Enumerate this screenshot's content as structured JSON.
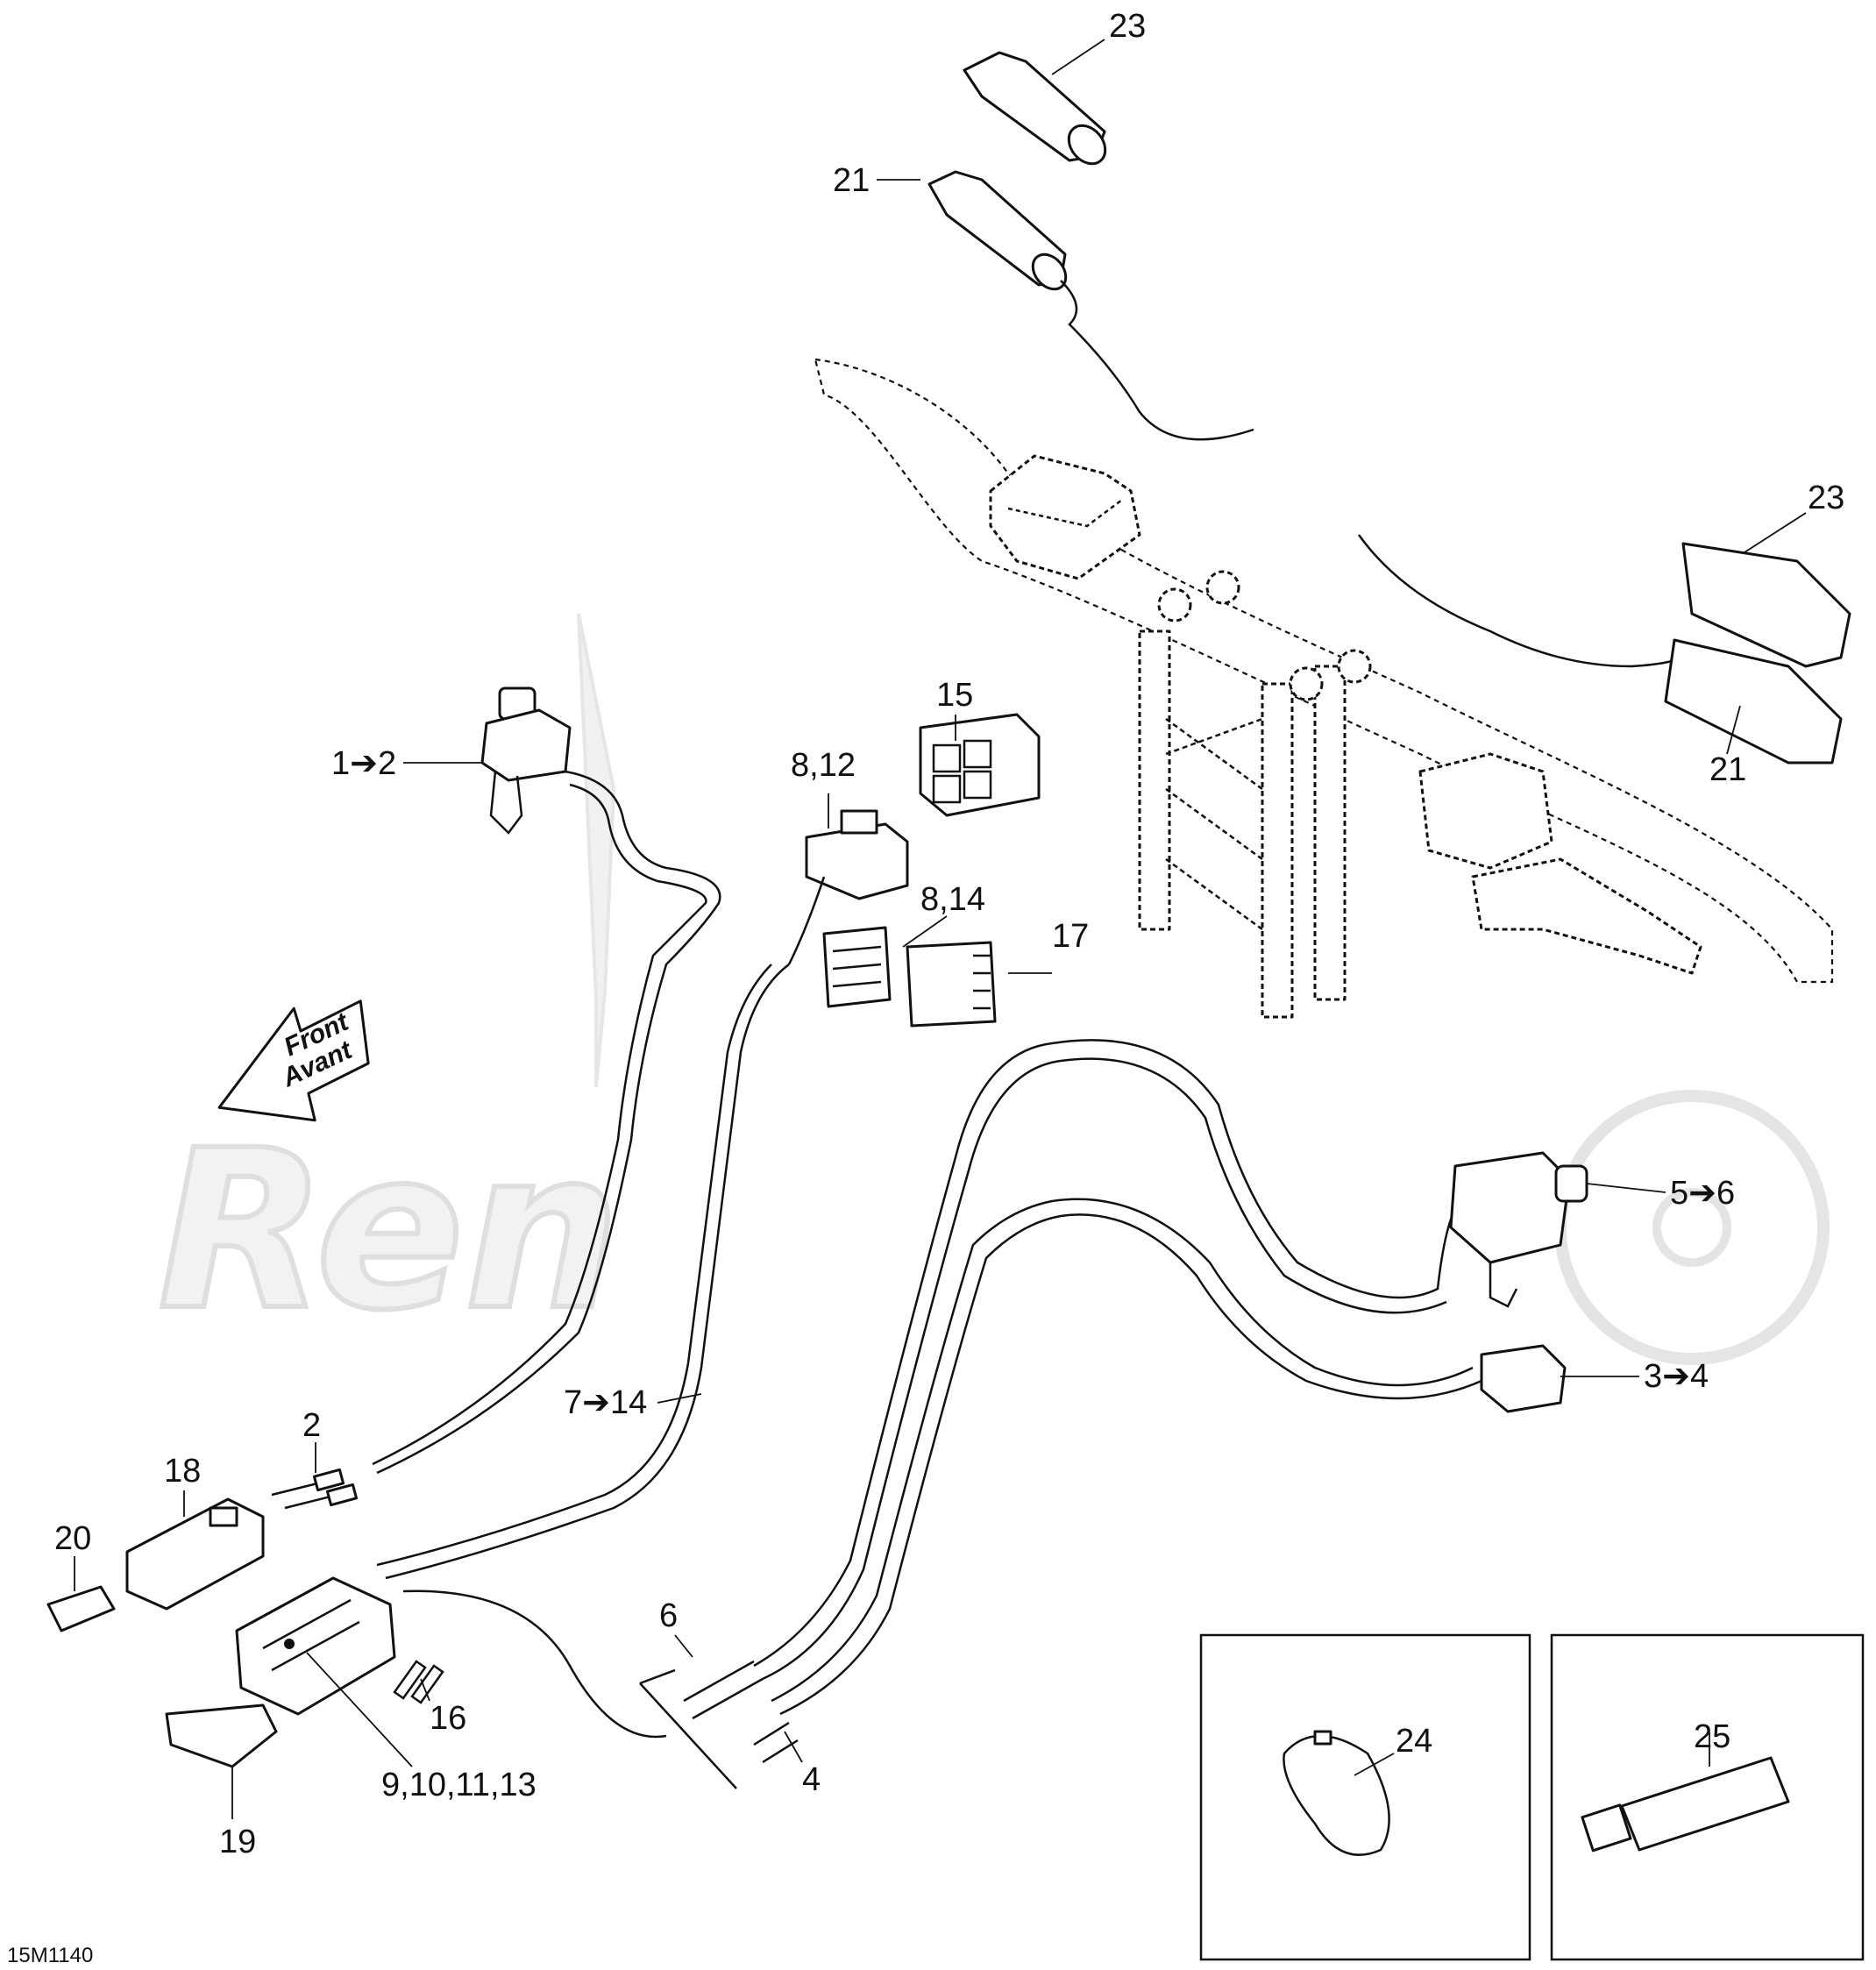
{
  "diagram": {
    "drawing_code": "15M1140",
    "watermark": "Ren",
    "front_arrow": {
      "line1": "Front",
      "line2": "Avant"
    },
    "callouts": {
      "c23_top": "23",
      "c21_top": "21",
      "c23_right": "23",
      "c21_right": "21",
      "c1_2": "1➔2",
      "c15": "15",
      "c8_12": "8,12",
      "c8_14": "8,14",
      "c17": "17",
      "c5_6": "5➔6",
      "c3_4": "3➔4",
      "c7_14": "7➔14",
      "c2": "2",
      "c18": "18",
      "c20": "20",
      "c16": "16",
      "c6": "6",
      "c4": "4",
      "c9_13": "9,10,11,13",
      "c19": "19",
      "c24": "24",
      "c25": "25"
    }
  }
}
